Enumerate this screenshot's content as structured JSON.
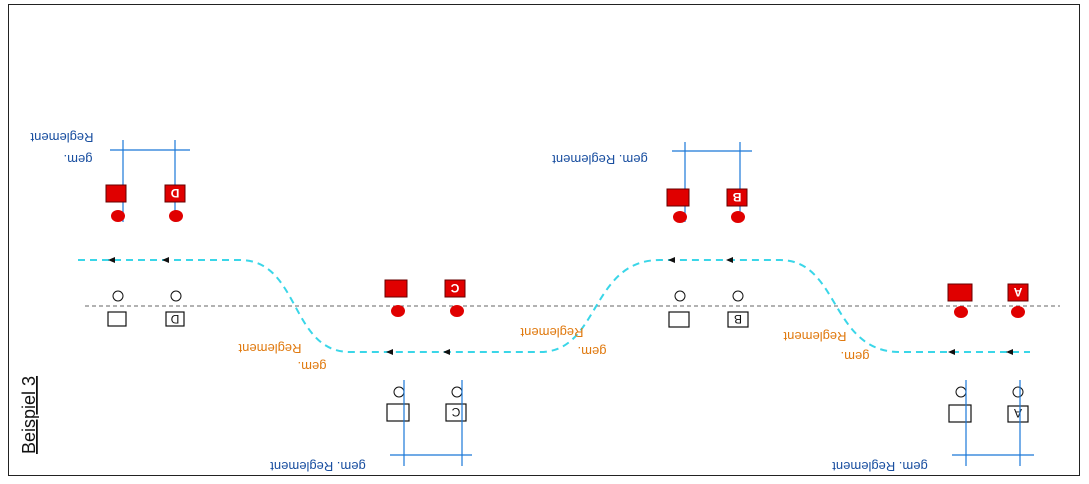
{
  "title": "Beispiel 3",
  "labels": {
    "gem": "gem.",
    "reglement": "Reglement",
    "gem_reglement": "gem. Reglement",
    "A": "A",
    "B": "B",
    "C": "C",
    "D": "D"
  },
  "colors": {
    "signal_red": "#e00000",
    "track_cyan": "#3ad6e8",
    "dimension_blue": "#1a78d8",
    "dim_text": "#1a4fa0",
    "orange_text": "#e07a10"
  }
}
